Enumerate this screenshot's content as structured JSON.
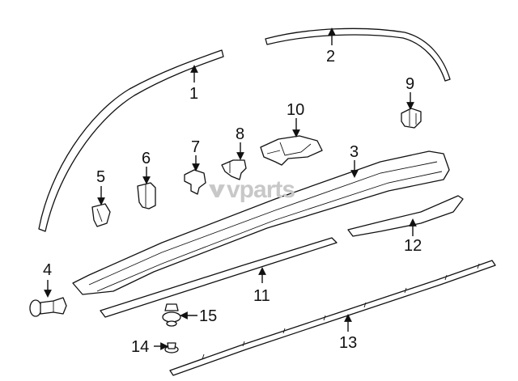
{
  "watermark": {
    "text": "vparts",
    "icon": "vparts-logo-icon",
    "color": "#c8c8c8"
  },
  "callouts": [
    {
      "id": "1",
      "label": "1"
    },
    {
      "id": "2",
      "label": "2"
    },
    {
      "id": "3",
      "label": "3"
    },
    {
      "id": "4",
      "label": "4"
    },
    {
      "id": "5",
      "label": "5"
    },
    {
      "id": "6",
      "label": "6"
    },
    {
      "id": "7",
      "label": "7"
    },
    {
      "id": "8",
      "label": "8"
    },
    {
      "id": "9",
      "label": "9"
    },
    {
      "id": "10",
      "label": "10"
    },
    {
      "id": "11",
      "label": "11"
    },
    {
      "id": "12",
      "label": "12"
    },
    {
      "id": "13",
      "label": "13"
    },
    {
      "id": "14",
      "label": "14"
    },
    {
      "id": "15",
      "label": "15"
    }
  ],
  "colors": {
    "ink": "#111111",
    "background": "#ffffff"
  }
}
